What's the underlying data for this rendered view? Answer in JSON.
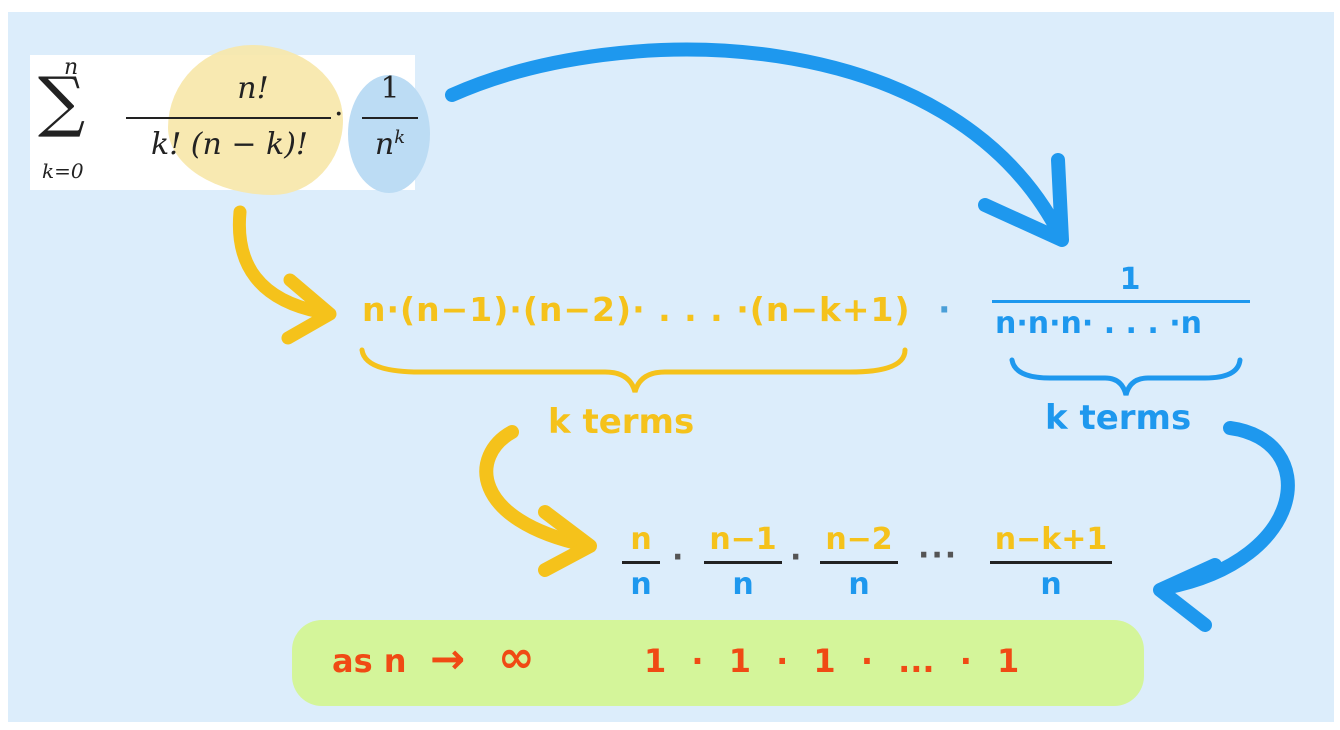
{
  "colors": {
    "background": "#dcedfb",
    "yellow": "#f5c21b",
    "blue": "#1e98ee",
    "red": "#f04a14",
    "green_band": "#d4f59a",
    "yellow_highlight": "#f7e7a8",
    "blue_highlight": "#bcdcf4",
    "ink": "#222222"
  },
  "formula": {
    "sum_symbol": "∑",
    "upper_limit": "n",
    "lower_limit": "k=0",
    "numerator": "n!",
    "denominator": "k! (n − k)!",
    "dot": "·",
    "second_numerator": "1",
    "second_denominator_base": "n",
    "second_denominator_exp": "k"
  },
  "expanded": {
    "product": "n·(n−1)·(n−2)· . . . ·(n−k+1)",
    "dot": "·",
    "blue_numerator": "1",
    "blue_denominator": "n·n·n· . . . ·n",
    "yellow_terms_label": "k terms",
    "blue_terms_label": "k terms"
  },
  "fractions": {
    "items": [
      {
        "num": "n",
        "den": "n"
      },
      {
        "num": "n−1",
        "den": "n"
      },
      {
        "num": "n−2",
        "den": "n"
      },
      {
        "num": "n−k+1",
        "den": "n"
      }
    ],
    "dot": "·",
    "ellipsis": "···"
  },
  "limit": {
    "prefix": "as n",
    "arrow": "→",
    "infinity": "∞",
    "result": "1 · 1 · 1 · ... · 1"
  }
}
